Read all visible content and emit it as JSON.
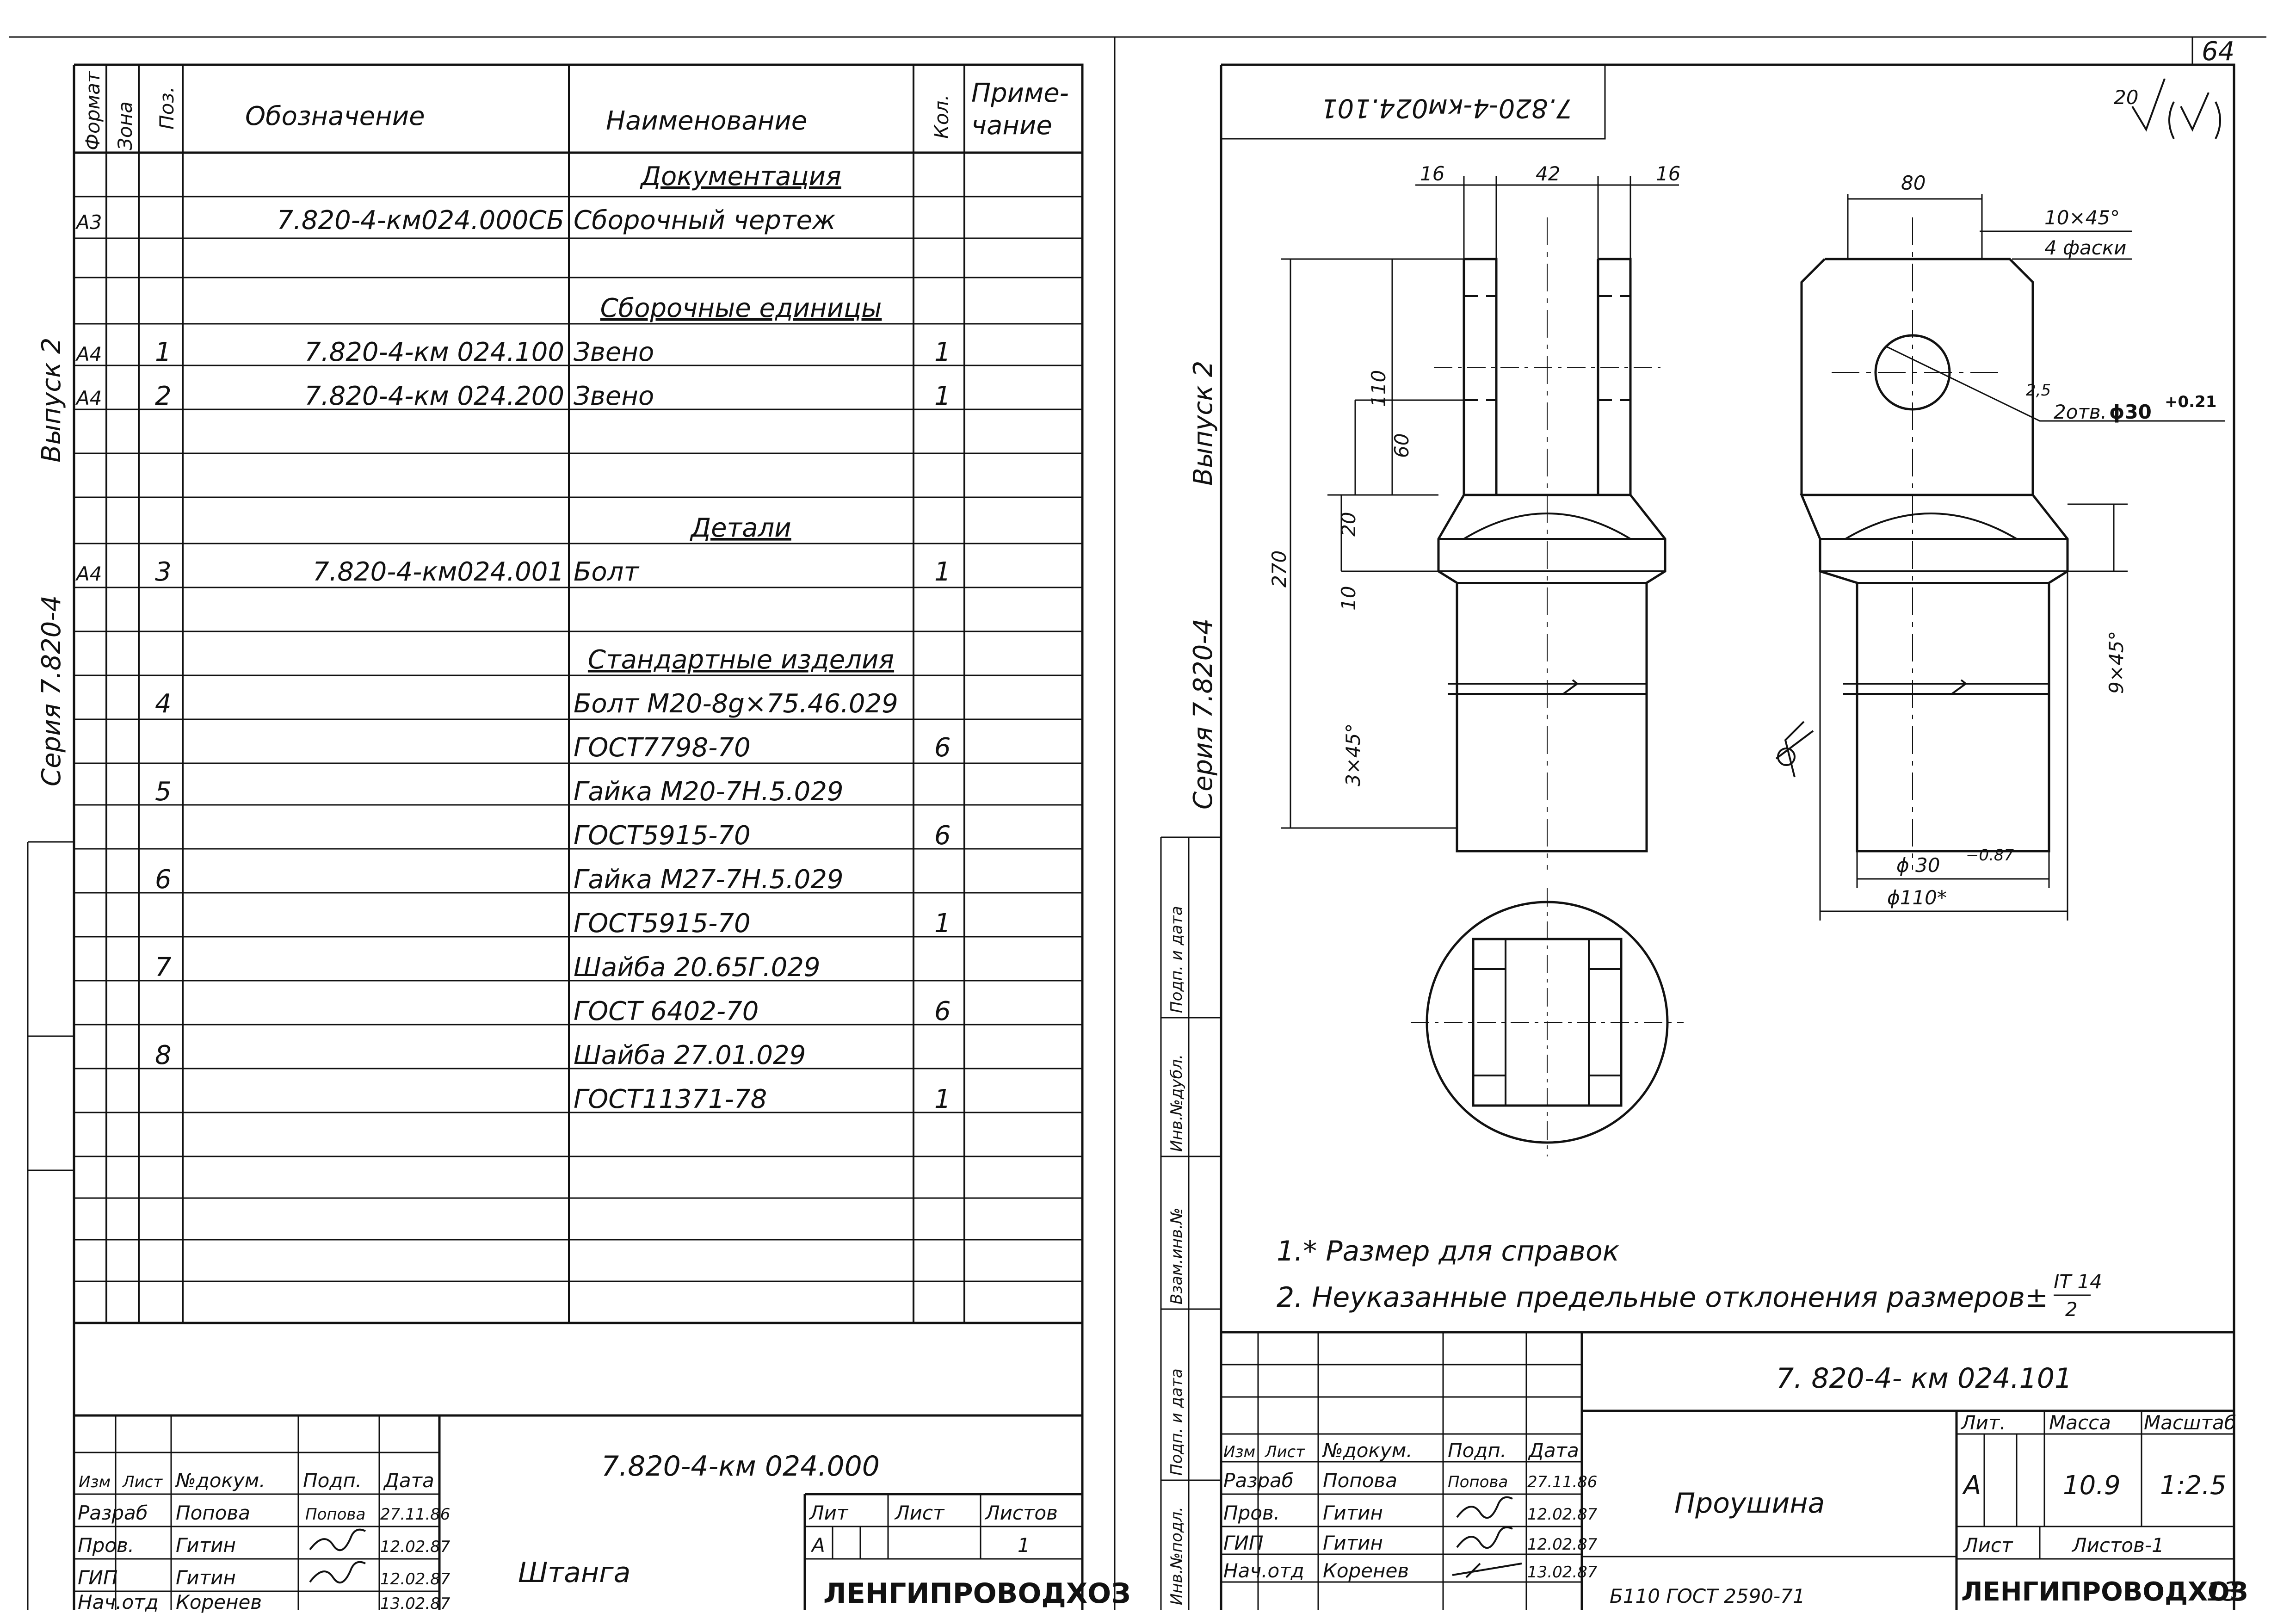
{
  "page_number": "64",
  "left_sheet": {
    "side_labels": {
      "vypusk": "Выпуск 2",
      "seriya": "Серия 7.820-4"
    },
    "headers": {
      "format": "Формат",
      "zone": "Зона",
      "pos": "Поз.",
      "designation": "Обозначение",
      "name": "Наименование",
      "qty": "Кол.",
      "note_1": "Приме-",
      "note_2": "чание"
    },
    "rows": [
      {
        "format": "",
        "pos": "",
        "designation": "",
        "name": "Документация",
        "qty": "",
        "kind": "section"
      },
      {
        "format": "А3",
        "pos": "",
        "designation": "7.820-4-км024.000СБ",
        "name": "Сборочный чертеж",
        "qty": "",
        "kind": "item"
      },
      {
        "format": "",
        "pos": "",
        "designation": "",
        "name": "",
        "qty": "",
        "kind": "item"
      },
      {
        "format": "",
        "pos": "",
        "designation": "",
        "name": "Сборочные единицы",
        "qty": "",
        "kind": "section"
      },
      {
        "format": "А4",
        "pos": "1",
        "designation": "7.820-4-км 024.100",
        "name": "Звено",
        "qty": "1",
        "kind": "item"
      },
      {
        "format": "А4",
        "pos": "2",
        "designation": "7.820-4-км 024.200",
        "name": "Звено",
        "qty": "1",
        "kind": "item"
      },
      {
        "format": "",
        "pos": "",
        "designation": "",
        "name": "",
        "qty": "",
        "kind": "item"
      },
      {
        "format": "",
        "pos": "",
        "designation": "",
        "name": "",
        "qty": "",
        "kind": "item"
      },
      {
        "format": "",
        "pos": "",
        "designation": "",
        "name": "Детали",
        "qty": "",
        "kind": "section"
      },
      {
        "format": "А4",
        "pos": "3",
        "designation": "7.820-4-км024.001",
        "name": "Болт",
        "qty": "1",
        "kind": "item"
      },
      {
        "format": "",
        "pos": "",
        "designation": "",
        "name": "",
        "qty": "",
        "kind": "item"
      },
      {
        "format": "",
        "pos": "",
        "designation": "",
        "name": "Стандартные изделия",
        "qty": "",
        "kind": "section"
      },
      {
        "format": "",
        "pos": "4",
        "designation": "",
        "name": "Болт М20-8g×75.46.029",
        "qty": "",
        "kind": "item"
      },
      {
        "format": "",
        "pos": "",
        "designation": "",
        "name": "ГОСТ7798-70",
        "qty": "6",
        "kind": "item"
      },
      {
        "format": "",
        "pos": "5",
        "designation": "",
        "name": "Гайка М20-7Н.5.029",
        "qty": "",
        "kind": "item"
      },
      {
        "format": "",
        "pos": "",
        "designation": "",
        "name": "ГОСТ5915-70",
        "qty": "6",
        "kind": "item"
      },
      {
        "format": "",
        "pos": "6",
        "designation": "",
        "name": "Гайка М27-7Н.5.029",
        "qty": "",
        "kind": "item"
      },
      {
        "format": "",
        "pos": "",
        "designation": "",
        "name": "ГОСТ5915-70",
        "qty": "1",
        "kind": "item"
      },
      {
        "format": "",
        "pos": "7",
        "designation": "",
        "name": "Шайба 20.65Г.029",
        "qty": "",
        "kind": "item"
      },
      {
        "format": "",
        "pos": "",
        "designation": "",
        "name": "ГОСТ 6402-70",
        "qty": "6",
        "kind": "item"
      },
      {
        "format": "",
        "pos": "8",
        "designation": "",
        "name": "Шайба 27.01.029",
        "qty": "",
        "kind": "item"
      },
      {
        "format": "",
        "pos": "",
        "designation": "",
        "name": "ГОСТ11371-78",
        "qty": "1",
        "kind": "item"
      }
    ],
    "title_block": {
      "doc_number": "7.820-4-км 024.000",
      "headers": [
        "Изм",
        "Лист",
        "№докум.",
        "Подп.",
        "Дата"
      ],
      "people": [
        {
          "role": "Разраб",
          "name": "Попова",
          "sign": "Попова",
          "date": "27.11.86"
        },
        {
          "role": "Пров.",
          "name": "Гитин",
          "sign": "",
          "date": "12.02.87"
        },
        {
          "role": "ГИП",
          "name": "Гитин",
          "sign": "",
          "date": "12.02.87"
        },
        {
          "role": "Нач.отд",
          "name": "Коренев",
          "sign": "",
          "date": "13.02.87"
        }
      ],
      "title": "Штанга",
      "lit_label": "Лит",
      "list_label": "Лист",
      "lists_label": "Листов",
      "lit_value": "А",
      "lists_value": "1",
      "org": "ЛЕНГИПРОВОДХОЗ"
    }
  },
  "right_sheet": {
    "side_labels": {
      "vypusk": "Выпуск 2",
      "seriya": "Серия 7.820-4"
    },
    "stamp_labels": [
      "Взам.инв.№",
      "Инв.№дубл.",
      "Подп. и дата",
      "Инв.№подл.",
      "Подп. и дата"
    ],
    "mirrored_code": "7.820-4-км024.101",
    "roughness": "20",
    "dims": {
      "d16a": "16",
      "d42": "42",
      "d16b": "16",
      "d80": "80",
      "d110": "110",
      "d60": "60",
      "d20": "20",
      "d10": "10",
      "d270": "270",
      "d3x45": "3×45°",
      "chamfer_1": "10×45°",
      "chamfer_2": "4 фаски",
      "hole_r": "2,5",
      "hole": "2отв.",
      "hole_d": "ϕ30",
      "hole_tol": "+0.21",
      "d9x45": "9×45°",
      "dia30": "ϕ 30",
      "dia30_tol": "−0.87",
      "dia110": "ϕ110*"
    },
    "notes": [
      "1.* Размер для справок",
      "2. Неуказанные предельные отклонения размеров±"
    ],
    "note_frac_num": "IT 14",
    "note_frac_den": "2",
    "title_block": {
      "doc_number": "7. 820-4- км 024.101",
      "headers": [
        "Изм",
        "Лист",
        "№докум.",
        "Подп.",
        "Дата"
      ],
      "people": [
        {
          "role": "Разраб",
          "name": "Попова",
          "sign": "Попова",
          "date": "27.11.86"
        },
        {
          "role": "Пров.",
          "name": "Гитин",
          "sign": "",
          "date": "12.02.87"
        },
        {
          "role": "ГИП",
          "name": "Гитин",
          "sign": "",
          "date": "12.02.87"
        },
        {
          "role": "Нач.отд",
          "name": "Коренев",
          "sign": "",
          "date": "13.02.87"
        }
      ],
      "title": "Проушина",
      "lit_label": "Лит.",
      "mass_label": "Масса",
      "scale_label": "Масштаб",
      "lit_value": "А",
      "mass_value": "10.9",
      "scale_value": "1:2.5",
      "list_label": "Лист",
      "lists_label": "Листов-1",
      "material": "Б110 ГОСТ 2590-71",
      "org": "ЛЕНГИПРОВОДХОЗ",
      "sheet_no": "13"
    }
  }
}
